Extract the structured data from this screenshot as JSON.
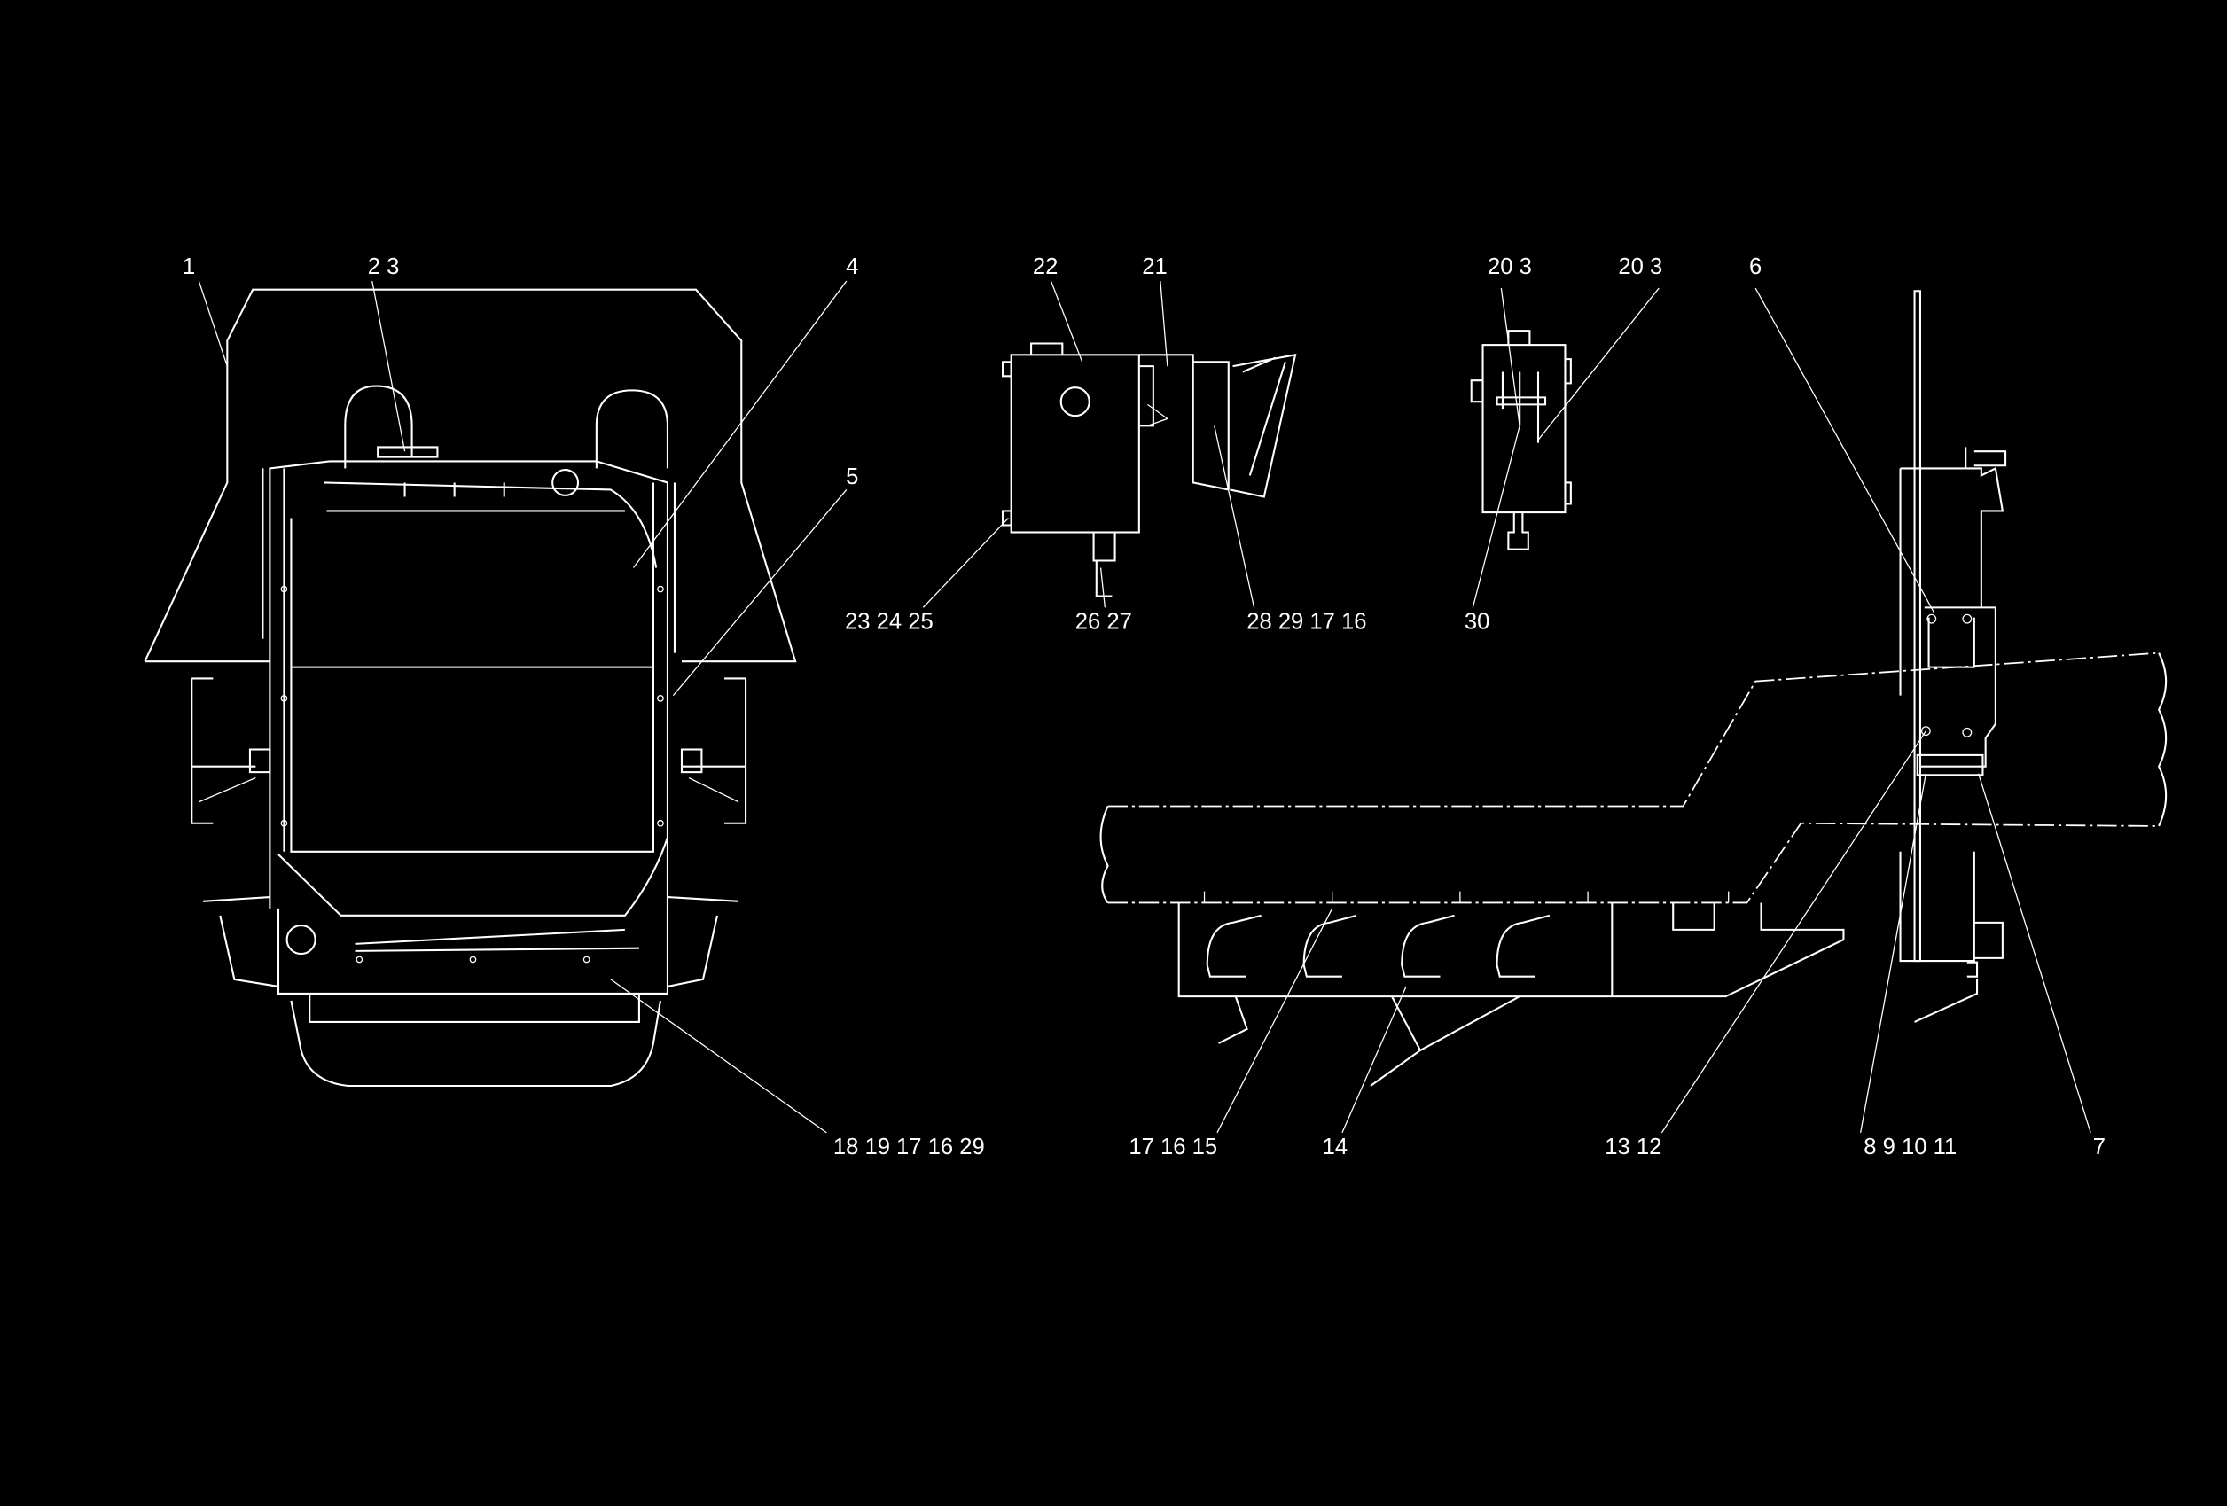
{
  "diagram": {
    "callouts": [
      {
        "id": "c1",
        "text": "1"
      },
      {
        "id": "c2",
        "text": "2  3"
      },
      {
        "id": "c3",
        "text": "4"
      },
      {
        "id": "c4",
        "text": "5"
      },
      {
        "id": "c5",
        "text": "22"
      },
      {
        "id": "c6",
        "text": "21"
      },
      {
        "id": "c7",
        "text": "20  3"
      },
      {
        "id": "c8",
        "text": "20  3"
      },
      {
        "id": "c9",
        "text": "6"
      },
      {
        "id": "c10",
        "text": "23 24 25"
      },
      {
        "id": "c11",
        "text": "26 27"
      },
      {
        "id": "c12",
        "text": "28 29 17 16"
      },
      {
        "id": "c13",
        "text": "30"
      },
      {
        "id": "c14",
        "text": "18 19 17 16 29"
      },
      {
        "id": "c15",
        "text": "17 16 15"
      },
      {
        "id": "c16",
        "text": "14"
      },
      {
        "id": "c17",
        "text": "13 12"
      },
      {
        "id": "c18",
        "text": "8  9  10  11"
      },
      {
        "id": "c19",
        "text": "7"
      }
    ],
    "colors": {
      "background": "#000000",
      "lines": "#ffffff"
    }
  }
}
